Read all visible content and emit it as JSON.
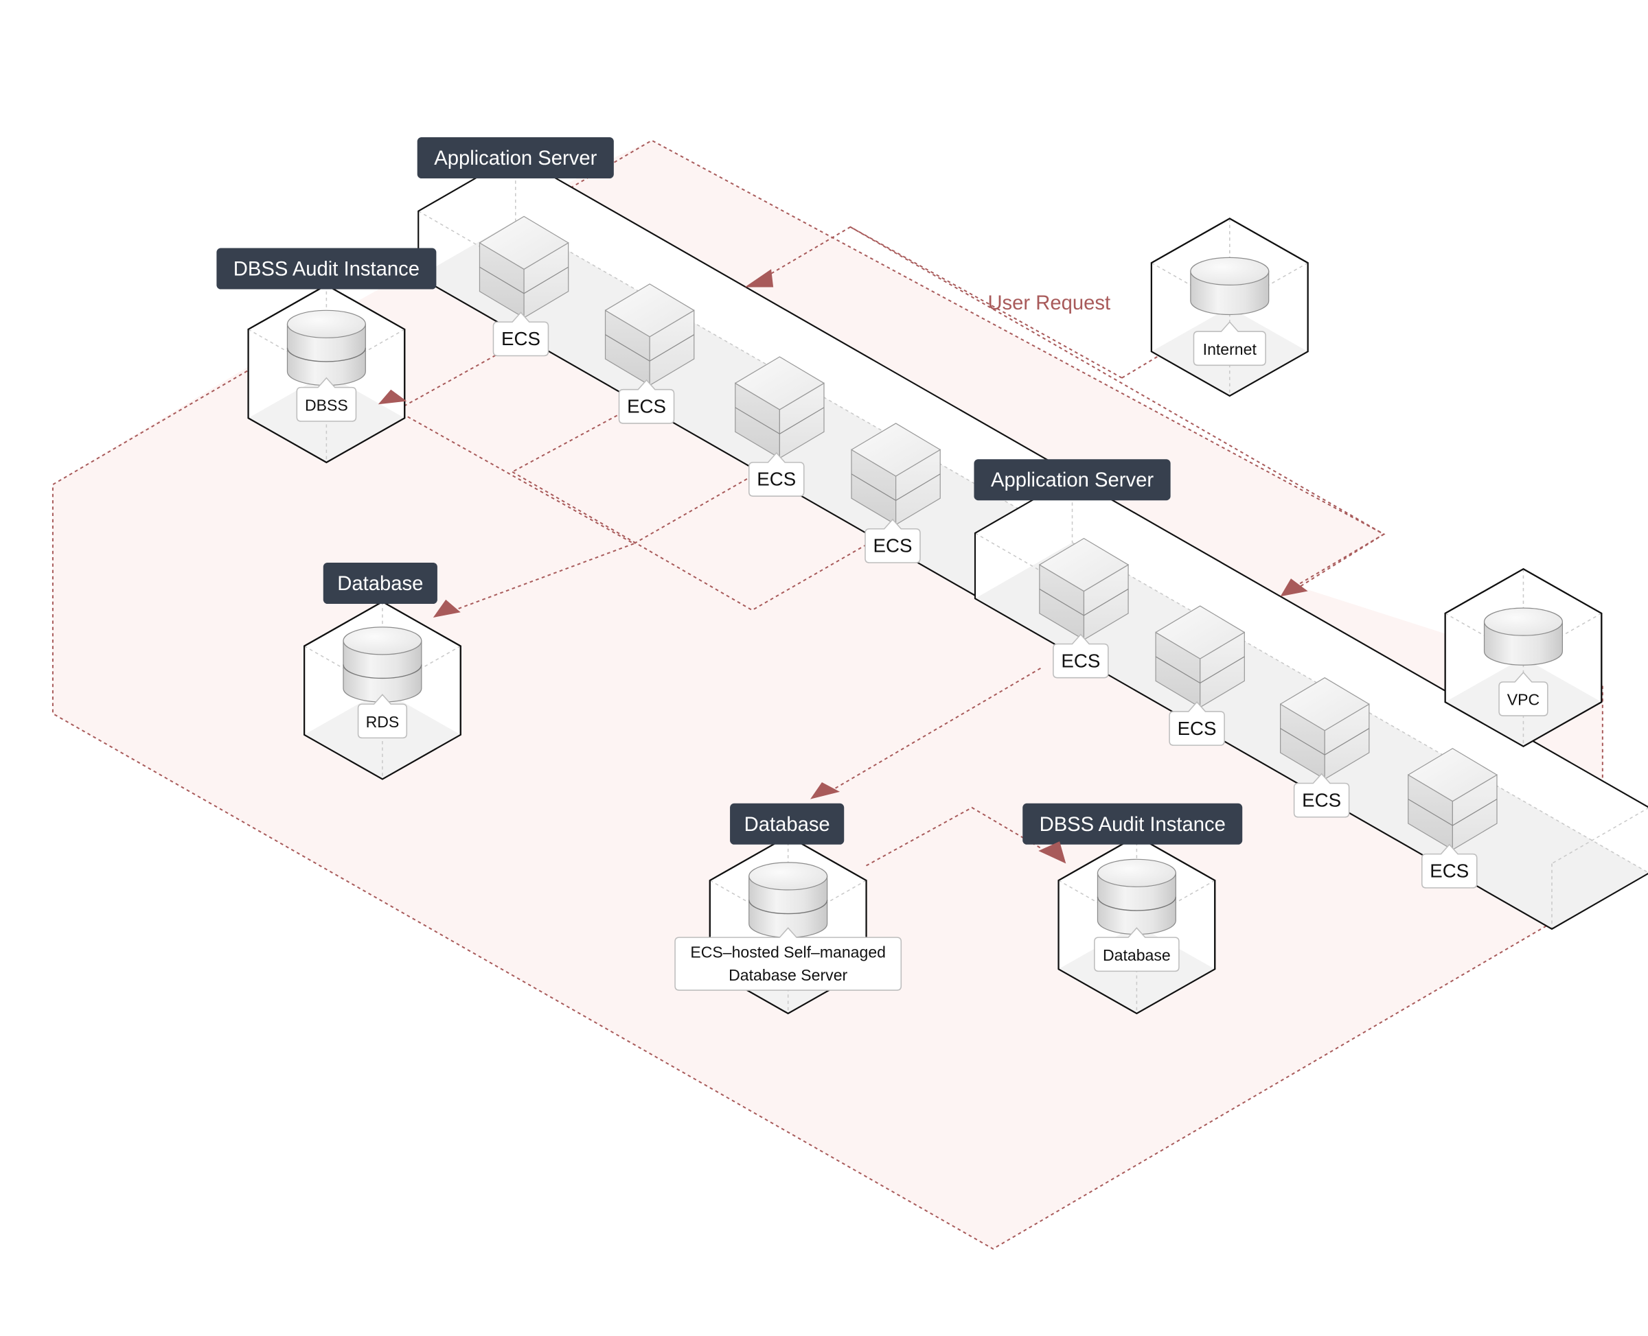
{
  "diagram": {
    "type": "isometric-architecture",
    "colors": {
      "vpc_fill": "#fdf4f3",
      "vpc_border": "#a85a5a",
      "flow_line": "#a85a5a",
      "arrow_head": "#a85a5a",
      "header_bg": "#37404e",
      "header_text": "#ffffff",
      "outline": "#111111",
      "guide": "#c9c9c9",
      "tag_border": "#bdbdbd"
    },
    "flow_label": "User Request",
    "groups": [
      {
        "id": "app-server-1",
        "header": "Application Server",
        "nodes": [
          "ECS",
          "ECS",
          "ECS",
          "ECS"
        ]
      },
      {
        "id": "app-server-2",
        "header": "Application Server",
        "nodes": [
          "ECS",
          "ECS",
          "ECS",
          "ECS"
        ]
      }
    ],
    "units": [
      {
        "id": "dbss-1",
        "header": "DBSS Audit Instance",
        "tag": "DBSS",
        "icon": "database-icon"
      },
      {
        "id": "rds",
        "header": "Database",
        "tag": "RDS",
        "icon": "database-icon"
      },
      {
        "id": "internet",
        "header": null,
        "tag": "Internet",
        "icon": "internet-icon"
      },
      {
        "id": "vpc",
        "header": null,
        "tag": "VPC",
        "icon": "vpc-icon"
      },
      {
        "id": "selfdb",
        "header": "Database",
        "tag": "ECS-hosted Self-managed Database Server",
        "tag_lines": [
          "ECS–hosted Self–managed",
          "Database Server"
        ],
        "icon": "database-icon"
      },
      {
        "id": "dbss-2",
        "header": "DBSS Audit Instance",
        "tag": "Database",
        "icon": "database-icon"
      }
    ],
    "connections": [
      {
        "from": "internet",
        "to": "app-server-1",
        "label": "User Request"
      },
      {
        "from": "internet",
        "to": "app-server-2"
      },
      {
        "from": "app-server-1",
        "to": "dbss-1"
      },
      {
        "from": "app-server-1",
        "to": "rds"
      },
      {
        "from": "app-server-2",
        "to": "selfdb"
      },
      {
        "from": "selfdb",
        "to": "dbss-2"
      }
    ]
  }
}
